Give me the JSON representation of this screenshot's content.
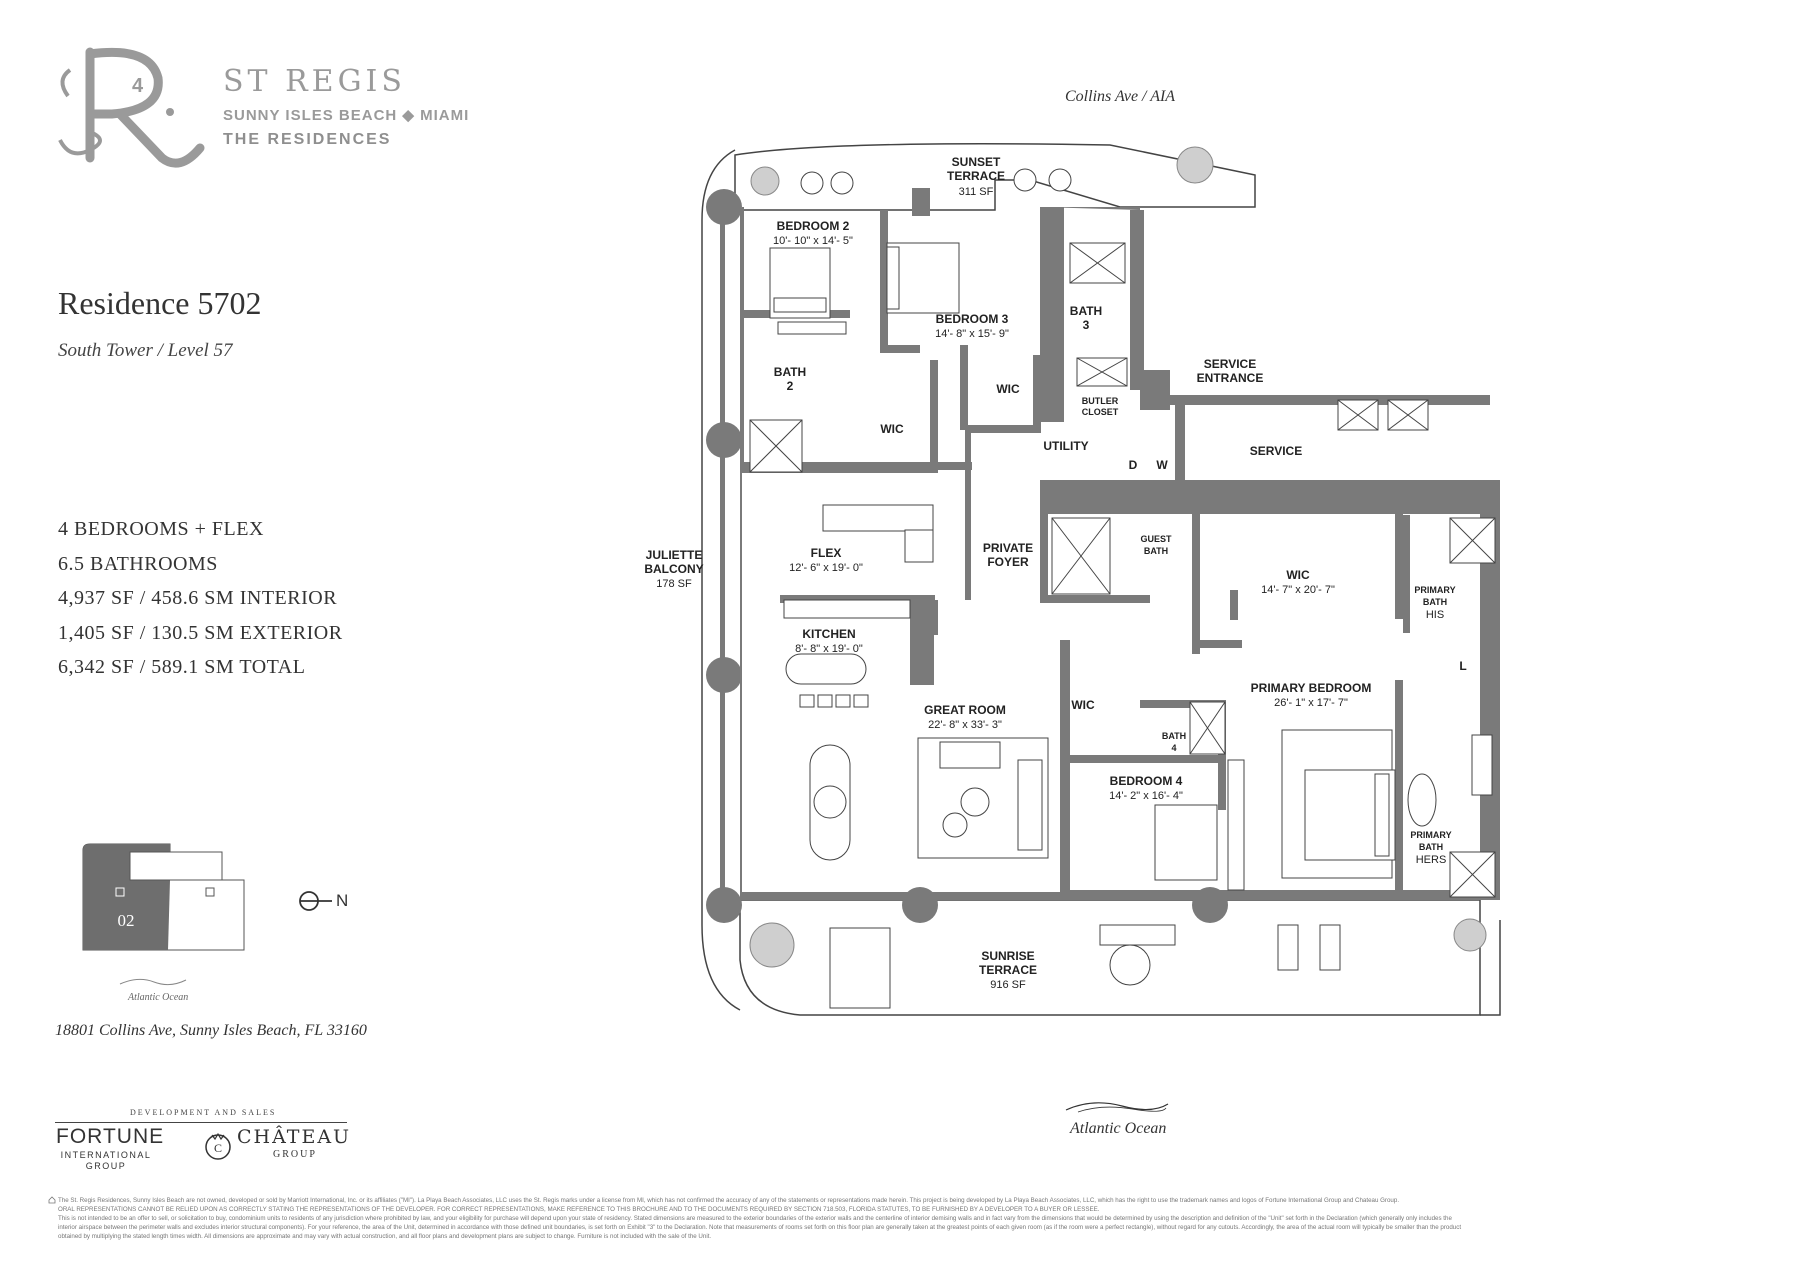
{
  "brand": {
    "name": "ST REGIS",
    "subline": "SUNNY ISLES BEACH ◆ MIAMI",
    "residences": "THE RESIDENCES"
  },
  "residence": {
    "title": "Residence 5702",
    "subtitle": "South Tower / Level 57",
    "stats": [
      "4 BEDROOMS + FLEX",
      "6.5 BATHROOMS",
      "4,937 SF / 458.6 SM INTERIOR",
      "1,405 SF / 130.5 SM EXTERIOR",
      "6,342 SF / 589.1 SM TOTAL"
    ],
    "address": "18801 Collins Ave, Sunny Isles Beach, FL 33160"
  },
  "keyplan": {
    "unit": "02",
    "ocean": "Atlantic Ocean",
    "north": "N"
  },
  "developers": {
    "label": "DEVELOPMENT AND SALES",
    "fortune": "FORTUNE",
    "fortune_sub1": "INTERNATIONAL",
    "fortune_sub2": "GROUP",
    "chateau": "CHÂTEAU",
    "chateau_sub": "GROUP"
  },
  "plan": {
    "top_street": "Collins Ave / AIA",
    "bottom_ocean": "Atlantic Ocean",
    "rooms": {
      "sunset_terrace": [
        "SUNSET",
        "TERRACE",
        "311 SF"
      ],
      "bedroom2": [
        "BEDROOM 2",
        "10'- 10\" x 14'- 5\""
      ],
      "bedroom3": [
        "BEDROOM 3",
        "14'- 8\" x 15'- 9\""
      ],
      "bath3": [
        "BATH",
        "3"
      ],
      "butler": [
        "BUTLER",
        "CLOSET"
      ],
      "bath2": [
        "BATH",
        "2"
      ],
      "wic_b2": "WIC",
      "wic_b3": "WIC",
      "service_entrance": [
        "SERVICE",
        "ENTRANCE"
      ],
      "utility": "UTILITY",
      "d": "D",
      "w": "W",
      "service": "SERVICE",
      "juliette": [
        "JULIETTE",
        "BALCONY",
        "178 SF"
      ],
      "flex": [
        "FLEX",
        "12'- 6\" x 19'- 0\""
      ],
      "private_foyer": [
        "PRIVATE",
        "FOYER"
      ],
      "guest_bath": [
        "GUEST",
        "BATH"
      ],
      "wic_main": [
        "WIC",
        "14'- 7\" x 20'- 7\""
      ],
      "primary_bath_his": [
        "PRIMARY",
        "BATH",
        "HIS"
      ],
      "kitchen": [
        "KITCHEN",
        "8'- 8\" x 19'- 0\""
      ],
      "l": "L",
      "primary_bedroom": [
        "PRIMARY BEDROOM",
        "26'- 1\" x 17'- 7\""
      ],
      "great_room": [
        "GREAT ROOM",
        "22'- 8\" x 33'- 3\""
      ],
      "wic_b4": "WIC",
      "bath4": [
        "BATH",
        "4"
      ],
      "bedroom4": [
        "BEDROOM 4",
        "14'- 2\" x 16'- 4\""
      ],
      "primary_bath_hers": [
        "PRIMARY",
        "BATH",
        "HERS"
      ],
      "sunrise_terrace": [
        "SUNRISE",
        "TERRACE",
        "916 SF"
      ]
    }
  },
  "disclaimer": [
    "The St. Regis Residences, Sunny Isles Beach are not owned, developed or sold by Marriott International, Inc. or its affiliates (\"MI\"). La Playa Beach Associates, LLC uses the St. Regis marks under a license from MI, which has not confirmed the accuracy of any of the statements or representations made herein. This project is being developed by La Playa Beach Associates, LLC, which has the right to use the trademark names and logos of Fortune International Group and Chateau Group.",
    "ORAL REPRESENTATIONS CANNOT BE RELIED UPON AS CORRECTLY STATING THE REPRESENTATIONS OF THE DEVELOPER. FOR CORRECT REPRESENTATIONS, MAKE REFERENCE TO THIS BROCHURE AND TO THE DOCUMENTS REQUIRED BY SECTION 718.503, FLORIDA STATUTES, TO BE FURNISHED BY A DEVELOPER TO A BUYER OR LESSEE.",
    "This is not intended to be an offer to sell, or solicitation to buy, condominium units to residents of any jurisdiction where prohibited by law, and your eligibility for purchase will depend upon your state of residency. Stated dimensions are measured to the exterior boundaries of the exterior walls and the centerline of interior demising walls and in fact vary from the dimensions that would be determined by using the description and definition of the \"Unit\" set forth in the Declaration (which generally only includes the",
    "interior airspace between the perimeter walls and excludes interior structural components). For your reference, the area of the Unit, determined in accordance with those defined unit boundaries, is set forth on Exhibit \"3\" to the Declaration. Note that measurements of rooms set forth on this floor plan are generally taken at the greatest points of each given room (as if the room were a perfect rectangle), without regard for any cutouts. Accordingly, the area of the actual room will typically be smaller than the product",
    "obtained by multiplying the stated length times width. All dimensions are approximate and may vary with actual construction, and all floor plans and development plans are subject to change. Furniture is not included with the sale of the Unit."
  ]
}
